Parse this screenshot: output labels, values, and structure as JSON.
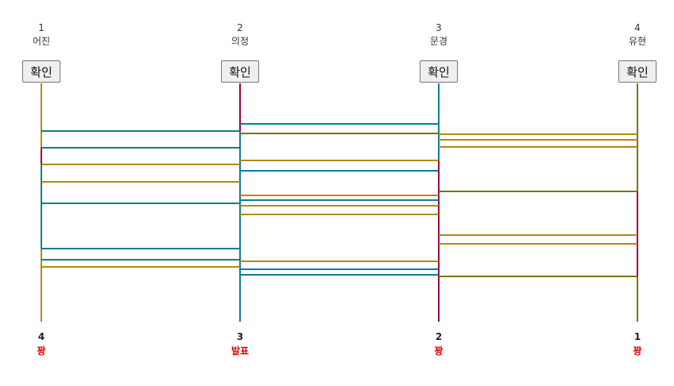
{
  "players": [
    {
      "number": "1",
      "name": "어진",
      "button_label": "확인",
      "result_number": "4",
      "result_text": "꽝"
    },
    {
      "number": "2",
      "name": "의정",
      "button_label": "확인",
      "result_number": "3",
      "result_text": "발표"
    },
    {
      "number": "3",
      "name": "문경",
      "button_label": "확인",
      "result_number": "2",
      "result_text": "꽝"
    },
    {
      "number": "4",
      "name": "유현",
      "button_label": "확인",
      "result_number": "1",
      "result_text": "꽝"
    }
  ],
  "colors": {
    "teal": "#107c92",
    "olive": "#7a7214",
    "gold": "#b08a0c",
    "crimson": "#990044",
    "result_text": "#dd0000"
  },
  "ladder": {
    "rungs": [
      {
        "between": [
          0,
          1
        ],
        "level": 165,
        "color": "teal"
      },
      {
        "between": [
          0,
          1
        ],
        "level": 186,
        "color": "teal"
      },
      {
        "between": [
          0,
          1
        ],
        "level": 207,
        "color": "gold"
      },
      {
        "between": [
          0,
          1
        ],
        "level": 229,
        "color": "gold"
      },
      {
        "between": [
          0,
          1
        ],
        "level": 256,
        "color": "teal"
      },
      {
        "between": [
          0,
          1
        ],
        "level": 313,
        "color": "teal"
      },
      {
        "between": [
          0,
          1
        ],
        "level": 327,
        "color": "teal"
      },
      {
        "between": [
          0,
          1
        ],
        "level": 336,
        "color": "gold"
      },
      {
        "between": [
          1,
          2
        ],
        "level": 156,
        "color": "teal"
      },
      {
        "between": [
          1,
          2
        ],
        "level": 168,
        "color": "olive"
      },
      {
        "between": [
          1,
          2
        ],
        "level": 202,
        "color": "gold"
      },
      {
        "between": [
          1,
          2
        ],
        "level": 215,
        "color": "teal"
      },
      {
        "between": [
          1,
          2
        ],
        "level": 246,
        "color": "gold"
      },
      {
        "between": [
          1,
          2
        ],
        "level": 252,
        "color": "teal"
      },
      {
        "between": [
          1,
          2
        ],
        "level": 259,
        "color": "gold"
      },
      {
        "between": [
          1,
          2
        ],
        "level": 270,
        "color": "gold"
      },
      {
        "between": [
          1,
          2
        ],
        "level": 329,
        "color": "gold"
      },
      {
        "between": [
          1,
          2
        ],
        "level": 339,
        "color": "teal"
      },
      {
        "between": [
          1,
          2
        ],
        "level": 346,
        "color": "teal"
      },
      {
        "between": [
          2,
          3
        ],
        "level": 169,
        "color": "gold"
      },
      {
        "between": [
          2,
          3
        ],
        "level": 176,
        "color": "gold"
      },
      {
        "between": [
          2,
          3
        ],
        "level": 185,
        "color": "gold"
      },
      {
        "between": [
          2,
          3
        ],
        "level": 241,
        "color": "olive"
      },
      {
        "between": [
          2,
          3
        ],
        "level": 296,
        "color": "gold"
      },
      {
        "between": [
          2,
          3
        ],
        "level": 307,
        "color": "gold"
      },
      {
        "between": [
          2,
          3
        ],
        "level": 348,
        "color": "olive"
      }
    ],
    "rail_segments": [
      {
        "rail": 0,
        "from": 105,
        "to": 186,
        "color": "gold"
      },
      {
        "rail": 0,
        "from": 186,
        "to": 207,
        "color": "crimson"
      },
      {
        "rail": 0,
        "from": 207,
        "to": 313,
        "color": "teal"
      },
      {
        "rail": 0,
        "from": 313,
        "to": 405,
        "color": "gold"
      },
      {
        "rail": 1,
        "from": 105,
        "to": 165,
        "color": "crimson"
      },
      {
        "rail": 1,
        "from": 165,
        "to": 405,
        "color": "teal"
      },
      {
        "rail": 2,
        "from": 105,
        "to": 202,
        "color": "teal"
      },
      {
        "rail": 2,
        "from": 202,
        "to": 296,
        "color": "crimson"
      },
      {
        "rail": 2,
        "from": 296,
        "to": 405,
        "color": "crimson"
      },
      {
        "rail": 3,
        "from": 105,
        "to": 241,
        "color": "olive"
      },
      {
        "rail": 3,
        "from": 241,
        "to": 348,
        "color": "crimson"
      },
      {
        "rail": 3,
        "from": 348,
        "to": 405,
        "color": "olive"
      }
    ]
  }
}
